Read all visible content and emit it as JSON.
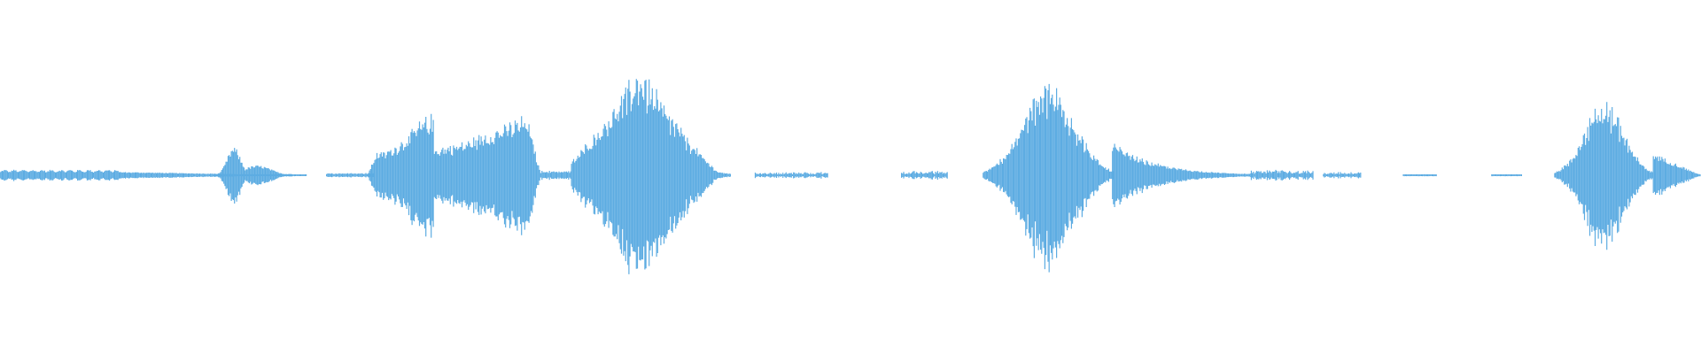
{
  "waveform": {
    "color": "#5dace2",
    "segments": [
      {
        "start": 0.0,
        "end": 0.07,
        "peak": 0.05,
        "shape": "flat"
      },
      {
        "start": 0.07,
        "end": 0.18,
        "peak": 0.03,
        "shape": "taper"
      },
      {
        "start": 0.126,
        "end": 0.172,
        "peak": 0.25,
        "shape": "burst"
      },
      {
        "start": 0.192,
        "end": 0.22,
        "peak": 0.02,
        "shape": "flat"
      },
      {
        "start": 0.216,
        "end": 0.318,
        "peak": 0.55,
        "shape": "syllable"
      },
      {
        "start": 0.318,
        "end": 0.336,
        "peak": 0.04,
        "shape": "flat"
      },
      {
        "start": 0.336,
        "end": 0.425,
        "peak": 1.0,
        "shape": "diamond"
      },
      {
        "start": 0.425,
        "end": 0.43,
        "peak": 0.02,
        "shape": "flat"
      },
      {
        "start": 0.444,
        "end": 0.487,
        "peak": 0.03,
        "shape": "dots"
      },
      {
        "start": 0.53,
        "end": 0.557,
        "peak": 0.04,
        "shape": "dots"
      },
      {
        "start": 0.578,
        "end": 0.655,
        "peak": 0.85,
        "shape": "hump"
      },
      {
        "start": 0.654,
        "end": 0.735,
        "peak": 0.3,
        "shape": "decay"
      },
      {
        "start": 0.735,
        "end": 0.772,
        "peak": 0.05,
        "shape": "dots"
      },
      {
        "start": 0.778,
        "end": 0.8,
        "peak": 0.03,
        "shape": "dots"
      },
      {
        "start": 0.825,
        "end": 0.845,
        "peak": 0.01,
        "shape": "dots"
      },
      {
        "start": 0.877,
        "end": 0.895,
        "peak": 0.01,
        "shape": "dots"
      },
      {
        "start": 0.914,
        "end": 0.972,
        "peak": 0.7,
        "shape": "hump"
      },
      {
        "start": 0.972,
        "end": 1.0,
        "peak": 0.2,
        "shape": "taper"
      }
    ]
  }
}
